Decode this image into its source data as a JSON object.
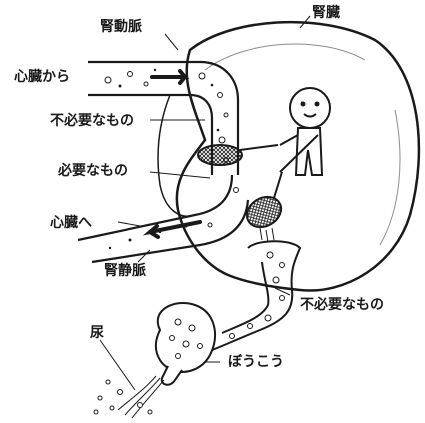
{
  "labels": {
    "kidney": "腎臓",
    "renal_artery": "腎動脈",
    "from_heart": "心臓から",
    "unneeded_top": "不必要なもの",
    "needed": "必要なもの",
    "to_heart": "心臓へ",
    "renal_vein": "腎静脈",
    "unneeded_bottom": "不必要なもの",
    "urine": "尿",
    "bladder": "ぼうこう"
  },
  "colors": {
    "ink": "#1a1a1a",
    "paper": "#ffffff"
  }
}
